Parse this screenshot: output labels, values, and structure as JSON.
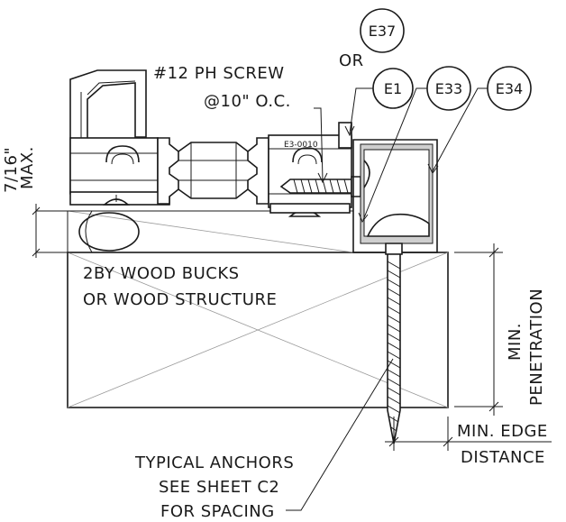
{
  "callouts": {
    "e37": "E37",
    "or": "OR",
    "e1": "E1",
    "e33": "E33",
    "e34": "E34"
  },
  "screw_note": {
    "line1": "#12 PH SCREW",
    "line2": "@10\" O.C."
  },
  "dim_shim": {
    "line1": "7/16\"",
    "line2": "MAX."
  },
  "wood_note": {
    "line1": "2BY WOOD BUCKS",
    "line2": "OR WOOD STRUCTURE"
  },
  "penetration_note": {
    "line1": "MIN.",
    "line2": "PENETRATION"
  },
  "edge_note": {
    "line1": "MIN. EDGE",
    "line2": "DISTANCE"
  },
  "anchor_note": {
    "line1": "TYPICAL ANCHORS",
    "line2": "SEE SHEET C2",
    "line3": "FOR SPACING"
  },
  "part_mark": "E3-0010"
}
